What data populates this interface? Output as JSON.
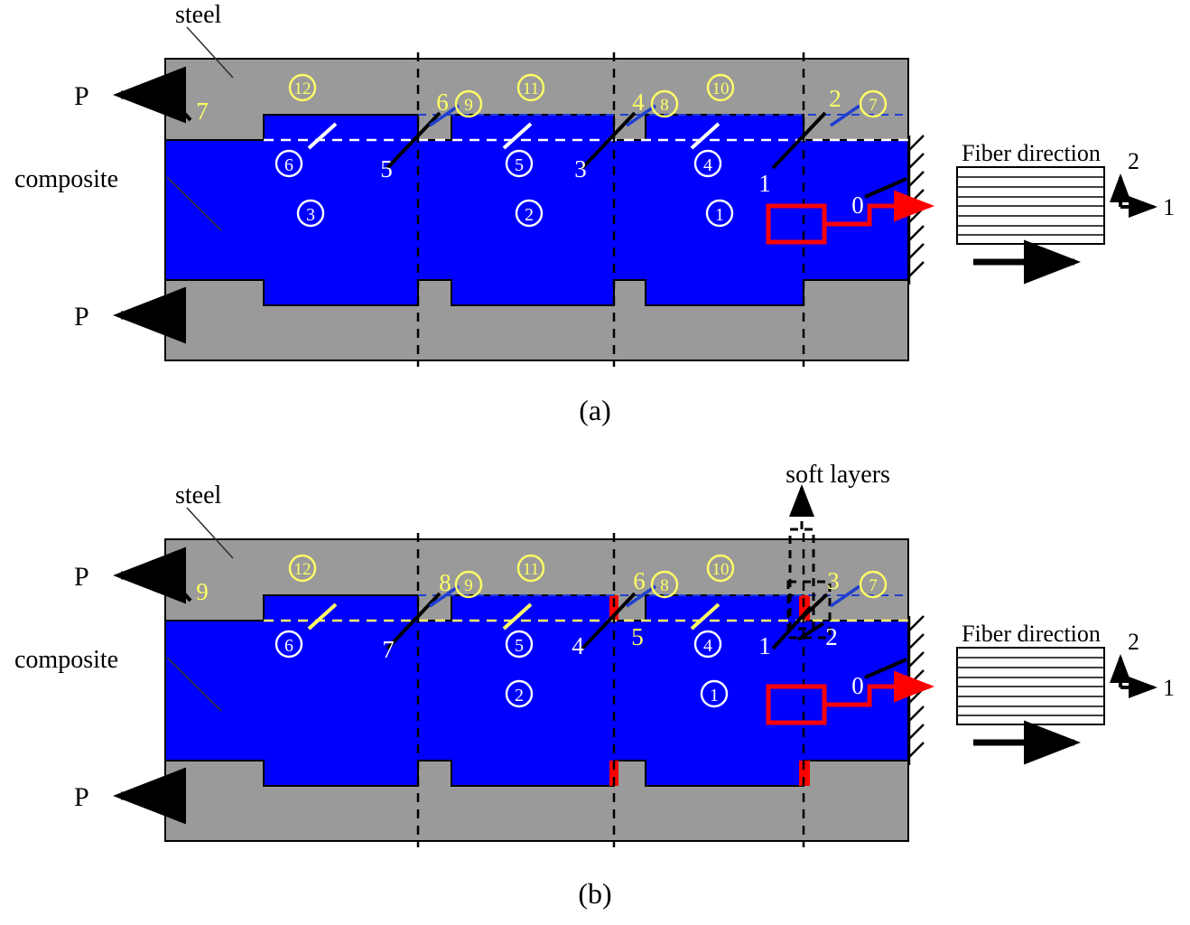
{
  "figure": {
    "background": "#ffffff",
    "colors": {
      "steel": "#9a9a9a",
      "composite": "#0000ff",
      "soft_layer": "#ff0000",
      "yellow_label": "#ffff66",
      "white_label": "#ffffff",
      "blue_leader": "#1f3fd0",
      "outline": "#000000",
      "red_callout": "#ff0000"
    }
  },
  "panels": [
    {
      "id": "a",
      "caption": "(a)",
      "material_labels": [
        {
          "name": "steel-label",
          "text": "steel"
        },
        {
          "name": "composite-label",
          "text": "composite"
        }
      ],
      "load_labels": [
        {
          "name": "load-top",
          "text": "P"
        },
        {
          "name": "load-bottom",
          "text": "P"
        }
      ],
      "circled_steel": [
        "12",
        "11",
        "10",
        "9",
        "8",
        "7"
      ],
      "circled_composite": [
        "6",
        "5",
        "4",
        "3",
        "2",
        "1"
      ],
      "yellow_numbers": [
        "7",
        "6",
        "4",
        "2"
      ],
      "white_numbers": [
        "5",
        "3",
        "1",
        "0"
      ],
      "inset": {
        "title": "Fiber direction",
        "axis_vertical": "2",
        "axis_horizontal": "1",
        "layer_count": 7
      }
    },
    {
      "id": "b",
      "caption": "(b)",
      "material_labels": [
        {
          "name": "steel-label",
          "text": "steel"
        },
        {
          "name": "composite-label",
          "text": "composite"
        }
      ],
      "load_labels": [
        {
          "name": "load-top",
          "text": "P"
        },
        {
          "name": "load-bottom",
          "text": "P"
        }
      ],
      "annotation": {
        "name": "soft-layers-label",
        "text": "soft layers"
      },
      "circled_steel": [
        "12",
        "11",
        "10",
        "9",
        "8",
        "7"
      ],
      "circled_composite": [
        "6",
        "5",
        "4",
        "2",
        "1"
      ],
      "yellow_numbers": [
        "9",
        "8",
        "6",
        "5",
        "3"
      ],
      "white_numbers": [
        "7",
        "4",
        "2",
        "1",
        "0"
      ],
      "inset": {
        "title": "Fiber direction",
        "axis_vertical": "2",
        "axis_horizontal": "1",
        "layer_count": 7
      }
    }
  ],
  "panel_a": {
    "steel": "steel",
    "composite": "composite",
    "p_top": "P",
    "p_bottom": "P",
    "caption": "(a)",
    "c12": "12",
    "c11": "11",
    "c10": "10",
    "c9": "9",
    "c8": "8",
    "c7": "7",
    "c6": "6",
    "c5": "5",
    "c4": "4",
    "c3": "3",
    "c2": "2",
    "c1": "1",
    "n7": "7",
    "n6": "6",
    "n5": "5",
    "n4": "4",
    "n3": "3",
    "n2": "2",
    "n1": "1",
    "n0": "0",
    "fiber_title": "Fiber direction",
    "axis2": "2",
    "axis1": "1"
  },
  "panel_b": {
    "steel": "steel",
    "composite": "composite",
    "p_top": "P",
    "p_bottom": "P",
    "caption": "(b)",
    "soft_layers": "soft layers",
    "c12": "12",
    "c11": "11",
    "c10": "10",
    "c9": "9",
    "c8": "8",
    "c7": "7",
    "c6": "6",
    "c5": "5",
    "c4": "4",
    "c2": "2",
    "c1": "1",
    "n9": "9",
    "n8": "8",
    "n7": "7",
    "n6": "6",
    "n5": "5",
    "n4": "4",
    "n3": "3",
    "n2": "2",
    "n1": "1",
    "n0": "0",
    "fiber_title": "Fiber direction",
    "axis2": "2",
    "axis1": "1"
  }
}
